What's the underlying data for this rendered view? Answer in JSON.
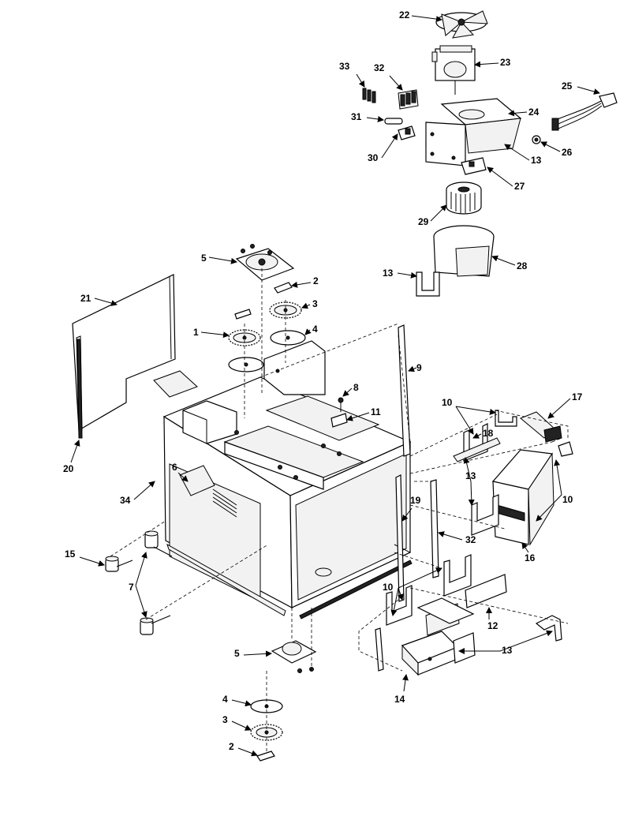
{
  "callouts": [
    {
      "key": "c22",
      "text": "22"
    },
    {
      "key": "c23",
      "text": "23"
    },
    {
      "key": "c33",
      "text": "33"
    },
    {
      "key": "c32a",
      "text": "32"
    },
    {
      "key": "c25",
      "text": "25"
    },
    {
      "key": "c24",
      "text": "24"
    },
    {
      "key": "c31",
      "text": "31"
    },
    {
      "key": "c26",
      "text": "26"
    },
    {
      "key": "c30",
      "text": "30"
    },
    {
      "key": "c13a",
      "text": "13"
    },
    {
      "key": "c27",
      "text": "27"
    },
    {
      "key": "c29",
      "text": "29"
    },
    {
      "key": "c5a",
      "text": "5"
    },
    {
      "key": "c28",
      "text": "28"
    },
    {
      "key": "c13b",
      "text": "13"
    },
    {
      "key": "c2a",
      "text": "2"
    },
    {
      "key": "c21",
      "text": "21"
    },
    {
      "key": "c3a",
      "text": "3"
    },
    {
      "key": "c1",
      "text": "1"
    },
    {
      "key": "c4a",
      "text": "4"
    },
    {
      "key": "c9",
      "text": "9"
    },
    {
      "key": "c8",
      "text": "8"
    },
    {
      "key": "c11",
      "text": "11"
    },
    {
      "key": "c10a",
      "text": "10"
    },
    {
      "key": "c17",
      "text": "17"
    },
    {
      "key": "c18",
      "text": "18"
    },
    {
      "key": "c20",
      "text": "20"
    },
    {
      "key": "c6",
      "text": "6"
    },
    {
      "key": "c34",
      "text": "34"
    },
    {
      "key": "c13c",
      "text": "13"
    },
    {
      "key": "c10b",
      "text": "10"
    },
    {
      "key": "c19",
      "text": "19"
    },
    {
      "key": "c32b",
      "text": "32"
    },
    {
      "key": "c16",
      "text": "16"
    },
    {
      "key": "c15",
      "text": "15"
    },
    {
      "key": "c7",
      "text": "7"
    },
    {
      "key": "c10c",
      "text": "10"
    },
    {
      "key": "c12",
      "text": "12"
    },
    {
      "key": "c13d",
      "text": "13"
    },
    {
      "key": "c5b",
      "text": "5"
    },
    {
      "key": "c14",
      "text": "14"
    },
    {
      "key": "c4b",
      "text": "4"
    },
    {
      "key": "c3b",
      "text": "3"
    },
    {
      "key": "c2b",
      "text": "2"
    }
  ]
}
